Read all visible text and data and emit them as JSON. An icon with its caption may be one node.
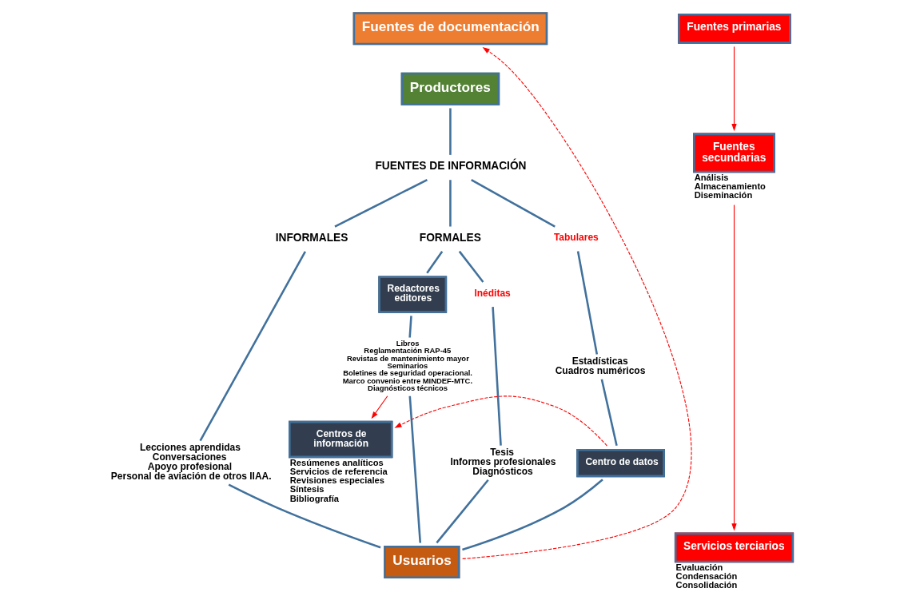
{
  "diagram": {
    "nodes": [
      {
        "text": [
          "Fuentes de documentación"
        ]
      },
      {
        "text": [
          "Productores"
        ]
      },
      {
        "text": [
          "FUENTES DE INFORMACIÓN"
        ]
      },
      {
        "text": [
          "INFORMALES"
        ]
      },
      {
        "text": [
          "FORMALES"
        ]
      },
      {
        "text": [
          "Tabulares"
        ]
      },
      {
        "text": [
          "Lecciones aprendidas",
          "Conversaciones",
          "Apoyo profesional",
          "Personal de aviación de otros IIAA."
        ]
      },
      {
        "text": [
          "Redactores editores"
        ]
      },
      {
        "text": [
          "Inéditas"
        ]
      },
      {
        "text": [
          "Libros",
          "Reglamentación RAP-45",
          "Revistas de mantenimiento mayor",
          "Seminarios",
          "Boletines de seguridad operacional.",
          "Marco convenio entre MINDEF-MTC.",
          "Diagnósticos técnicos"
        ]
      },
      {
        "text": [
          "Tesis",
          "Informes profesionales",
          "Diagnósticos"
        ]
      },
      {
        "text": [
          "Estadísticas",
          "Cuadros numéricos"
        ]
      },
      {
        "text": [
          "Centros de información"
        ],
        "beside": [
          "Resúmenes analíticos",
          "Servicios de referencia",
          "Revisiones especiales",
          "Síntesis",
          "Bibliografía"
        ]
      },
      {
        "text": [
          "Centro de datos"
        ]
      },
      {
        "text": [
          "Usuarios"
        ]
      },
      {
        "text": [
          "Fuentes primarias"
        ]
      },
      {
        "text": [
          "Fuentes secundarias"
        ],
        "beside": [
          "Análisis",
          "Almacenamiento",
          "Diseminación"
        ]
      },
      {
        "text": [
          "Servicios terciarios"
        ],
        "beside": [
          "Evaluación",
          "Condensación",
          "Consolidación"
        ]
      }
    ],
    "edges": [
      {
        "from": 1,
        "to": 2,
        "arrow": "none"
      },
      {
        "from": 2,
        "to": 3,
        "arrow": "none"
      },
      {
        "from": 2,
        "to": 4,
        "arrow": "none"
      },
      {
        "from": 2,
        "to": 5,
        "arrow": "none"
      },
      {
        "from": 3,
        "to": 6,
        "arrow": "none"
      },
      {
        "from": 4,
        "to": 7,
        "arrow": "none"
      },
      {
        "from": 4,
        "to": 8,
        "arrow": "none"
      },
      {
        "from": 7,
        "to": 9,
        "arrow": "none"
      },
      {
        "from": 8,
        "to": 10,
        "arrow": "none"
      },
      {
        "from": 5,
        "to": 11,
        "arrow": "none"
      },
      {
        "from": 11,
        "to": 13,
        "arrow": "none"
      },
      {
        "from": 6,
        "to": 14,
        "arrow": "none"
      },
      {
        "from": 9,
        "to": 14,
        "arrow": "none"
      },
      {
        "from": 10,
        "to": 14,
        "arrow": "none"
      },
      {
        "from": 13,
        "to": 14,
        "arrow": "none"
      },
      {
        "from": 9,
        "to": 12,
        "arrow": "to",
        "color": "#ff0000"
      },
      {
        "from": 13,
        "to": 12,
        "arrow": "to",
        "style": "dashed",
        "color": "#ff0000"
      },
      {
        "from": 14,
        "to": 0,
        "arrow": "to",
        "style": "dashed",
        "color": "#ff0000"
      },
      {
        "from": 15,
        "to": 16,
        "arrow": "to",
        "color": "#ff0000"
      },
      {
        "from": 16,
        "to": 17,
        "arrow": "to",
        "color": "#ff0000"
      }
    ]
  }
}
